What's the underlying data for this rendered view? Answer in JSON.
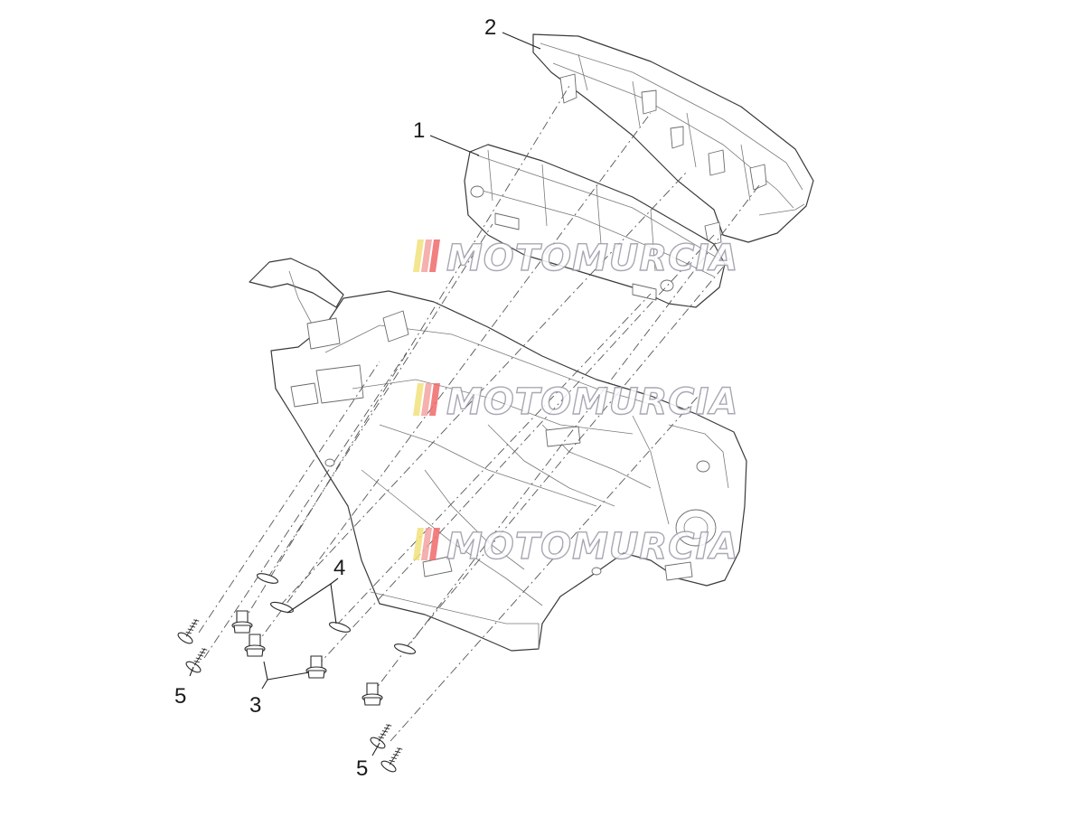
{
  "callouts": {
    "c1": "1",
    "c2": "2",
    "c3": "3",
    "c4": "4",
    "c5a": "5",
    "c5b": "5"
  },
  "watermark": {
    "brand_text": "MOTOMURCIA",
    "stripe_colors": [
      "#f2e27a",
      "#f2a3a0",
      "#f06a6a",
      "#9fd3b0"
    ]
  }
}
